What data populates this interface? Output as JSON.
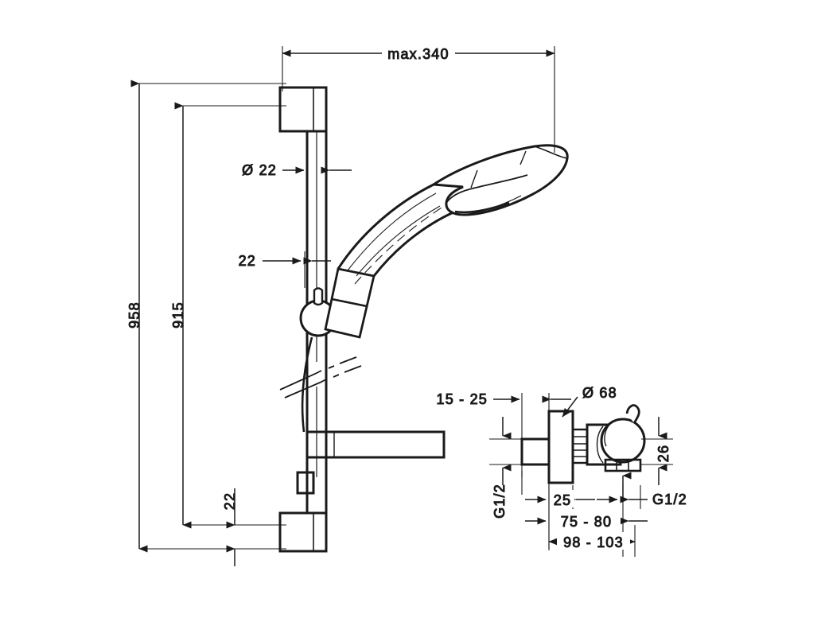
{
  "drawing": {
    "type": "technical-dimension-drawing",
    "subject": "shower-set-with-shower-bar-handshower-and-exposed-mixer-valve",
    "units": "mm",
    "line_color": "#1a1a1a",
    "background_color": "#ffffff"
  },
  "dimensions": {
    "max_width": "max.340",
    "overall_height": "958",
    "bar_height": "915",
    "bar_diameter": "Ø 22",
    "wall_offset_top": "22",
    "wall_offset_bottom": "22",
    "valve_plate_diameter": "Ø 68",
    "valve_wall_distance": "15 - 25",
    "valve_outlet_height": "26",
    "valve_depth_25": "25",
    "valve_depth_75_80": "75 - 80",
    "valve_depth_98_103": "98 - 103",
    "inlet_thread_left": "G1/2",
    "inlet_thread_right": "G1/2"
  },
  "parts": {
    "top_bracket": "shower-bar-top-wall-bracket",
    "bottom_bracket": "shower-bar-bottom-wall-bracket",
    "bar": "shower-bar-rail",
    "slider": "handshower-holder-slider",
    "handshower": "handshower-head",
    "hose": "shower-hose",
    "hose_connector": "hose-connector",
    "valve_body": "exposed-mixer-valve-body",
    "valve_escutcheon": "valve-escutcheon-plate",
    "valve_handle": "valve-control-handle",
    "valve_lever": "valve-handle-lever",
    "break_lines": "bar-break-symbol"
  }
}
